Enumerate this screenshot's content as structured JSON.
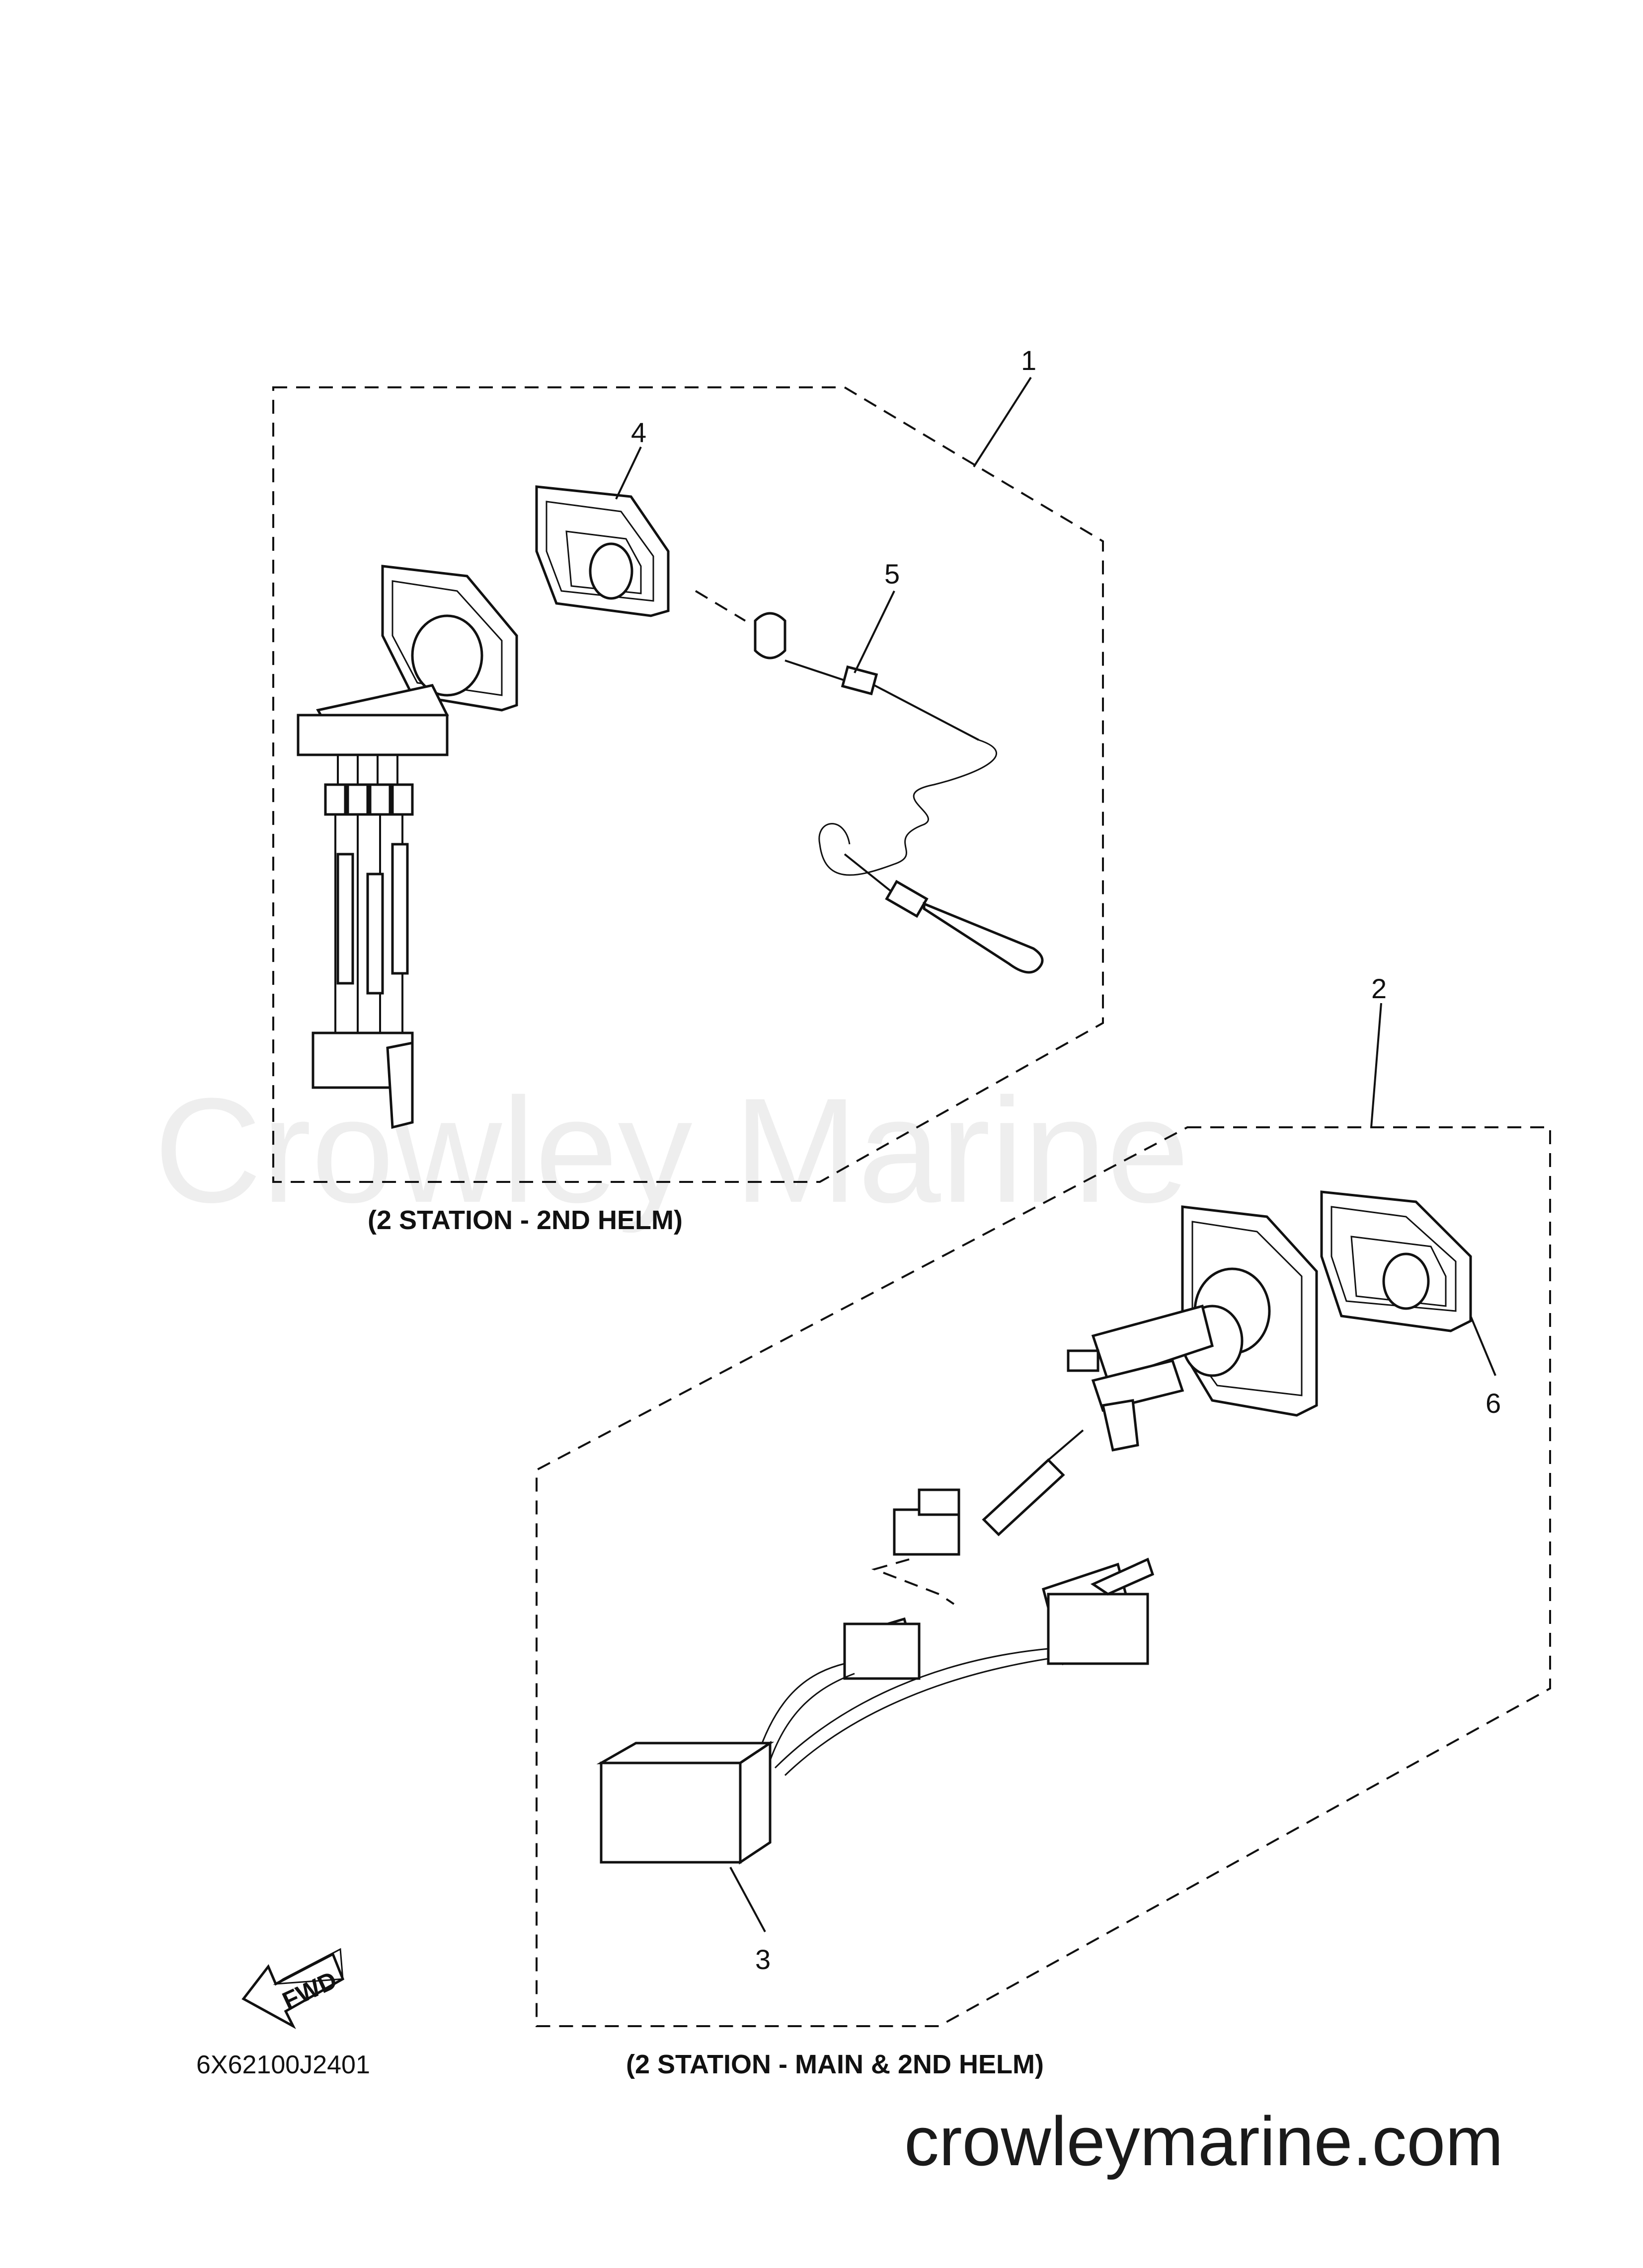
{
  "watermark": "Crowley Marine",
  "website": "crowleymarine.com",
  "diagram_code": "6X62100J2401",
  "fwd_label": "FWD",
  "captions": {
    "upper_group": "(2 STATION - 2ND HELM)",
    "lower_group": "(2 STATION - MAIN & 2ND HELM)"
  },
  "callouts": [
    "1",
    "2",
    "3",
    "4",
    "5",
    "6"
  ]
}
